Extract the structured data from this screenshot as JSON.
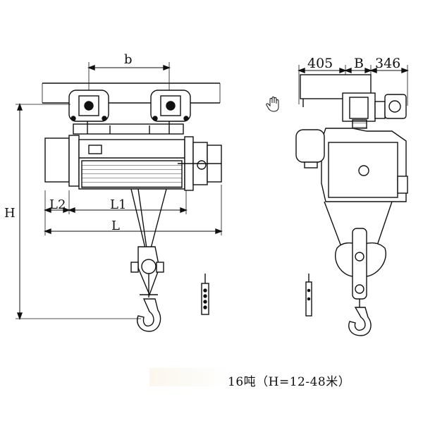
{
  "labels": {
    "b": "b",
    "h": "H",
    "l": "L",
    "l1": "L1",
    "l2": "L2",
    "dim_405": "405",
    "dim_b": "B",
    "dim_346": "346"
  },
  "caption": "16吨（H=12-48米）",
  "cursor_icon": "hand-cursor-icon"
}
